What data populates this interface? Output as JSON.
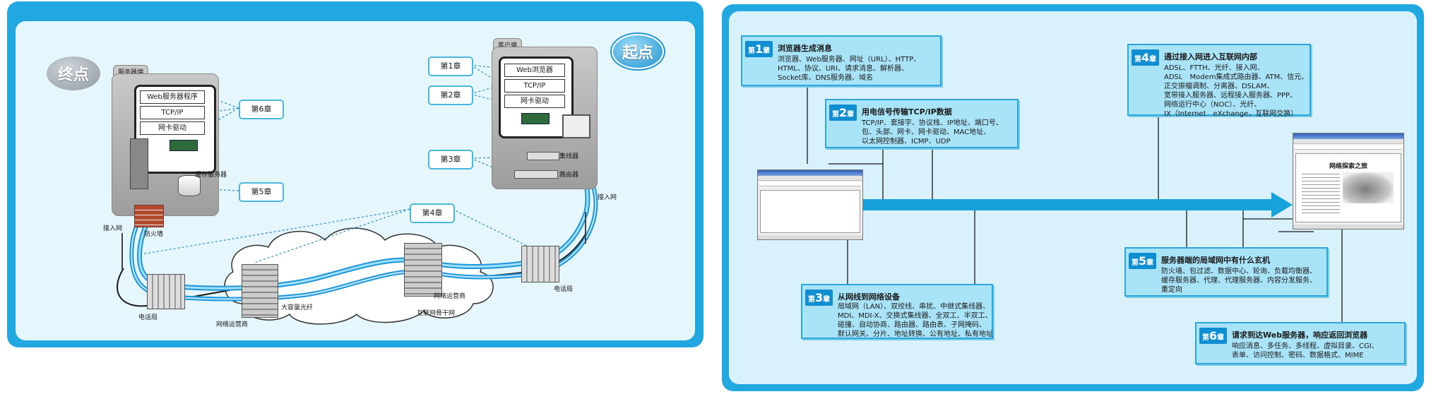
{
  "left": {
    "end_label": "终点",
    "start_label": "起点",
    "server_tab": "服务器端",
    "client_tab": "客户端",
    "server_layers": [
      "Web服务器程序",
      "TCP/IP",
      "网卡驱动"
    ],
    "client_layers": [
      "Web浏览器",
      "TCP/IP",
      "网卡驱动"
    ],
    "chapters": [
      "第1章",
      "第2章",
      "第3章",
      "第4章",
      "第5章",
      "第6章"
    ],
    "labels": {
      "cache_server": "缓存服务器",
      "firewall": "防火墙",
      "access_left": "接入网",
      "access_right": "接入网",
      "hub": "集线器",
      "router": "路由器",
      "telco_left": "电话局",
      "telco_right": "电话局",
      "isp_left": "网络运营商",
      "isp_right": "网络运营商",
      "fiber": "大容量光纤",
      "backbone": "互联网骨干网"
    }
  },
  "right": {
    "cards": [
      {
        "num": "1",
        "title": "浏览器生成消息",
        "body": "浏览器、Web服务器、网址（URL）、HTTP、\nHTML、协议、URI、请求消息、解析器、\nSocket库、DNS服务器、域名"
      },
      {
        "num": "2",
        "title": "用电信号传输TCP/IP数据",
        "body": "TCP/IP、套接字、协议栈、IP地址、端口号、\n包、头部、网卡、网卡驱动、MAC地址、\n以太网控制器、ICMP、UDP"
      },
      {
        "num": "3",
        "title": "从网线到网络设备",
        "body": "局域网（LAN）、双绞线、串扰、中继式集线器、\nMDI、MDI-X、交换式集线器、全双工、半双工、\n碰撞、自动协商、路由器、路由表、子网掩码、\n默认网关、分片、地址转换、公有地址、私有地址"
      },
      {
        "num": "4",
        "title": "通过接入网进入互联网内部",
        "body": "ADSL、FTTH、光纤、接入网、\nADSL　Modem集成式路由器、ATM、信元、\n正交振幅调制、分离器、DSLAM、\n宽带接入服务器、远程接入服务器、PPP、\n网络运行中心（NOC）、光纤、\nIX（Internet　eXchange，互联网交换）"
      },
      {
        "num": "5",
        "title": "服务器端的局域网中有什么玄机",
        "body": "防火墙、包过滤、数据中心、轮询、负载均衡器、\n缓存服务器、代理、代理服务器、内容分发服务、\n重定向"
      },
      {
        "num": "6",
        "title": "请求到达Web服务器，响应返回浏览器",
        "body": "响应消息、多任务、多线程、虚拟目录、CGI、\n表单、访问控制、密码、数据格式、MIME"
      }
    ],
    "chapter_word": "第",
    "chapter_suffix": "章",
    "result_page_title": "网络探索之旅"
  },
  "colors": {
    "accent": "#22a8e0",
    "flow": "#4ab8e8",
    "card": "#a9e3f7"
  }
}
